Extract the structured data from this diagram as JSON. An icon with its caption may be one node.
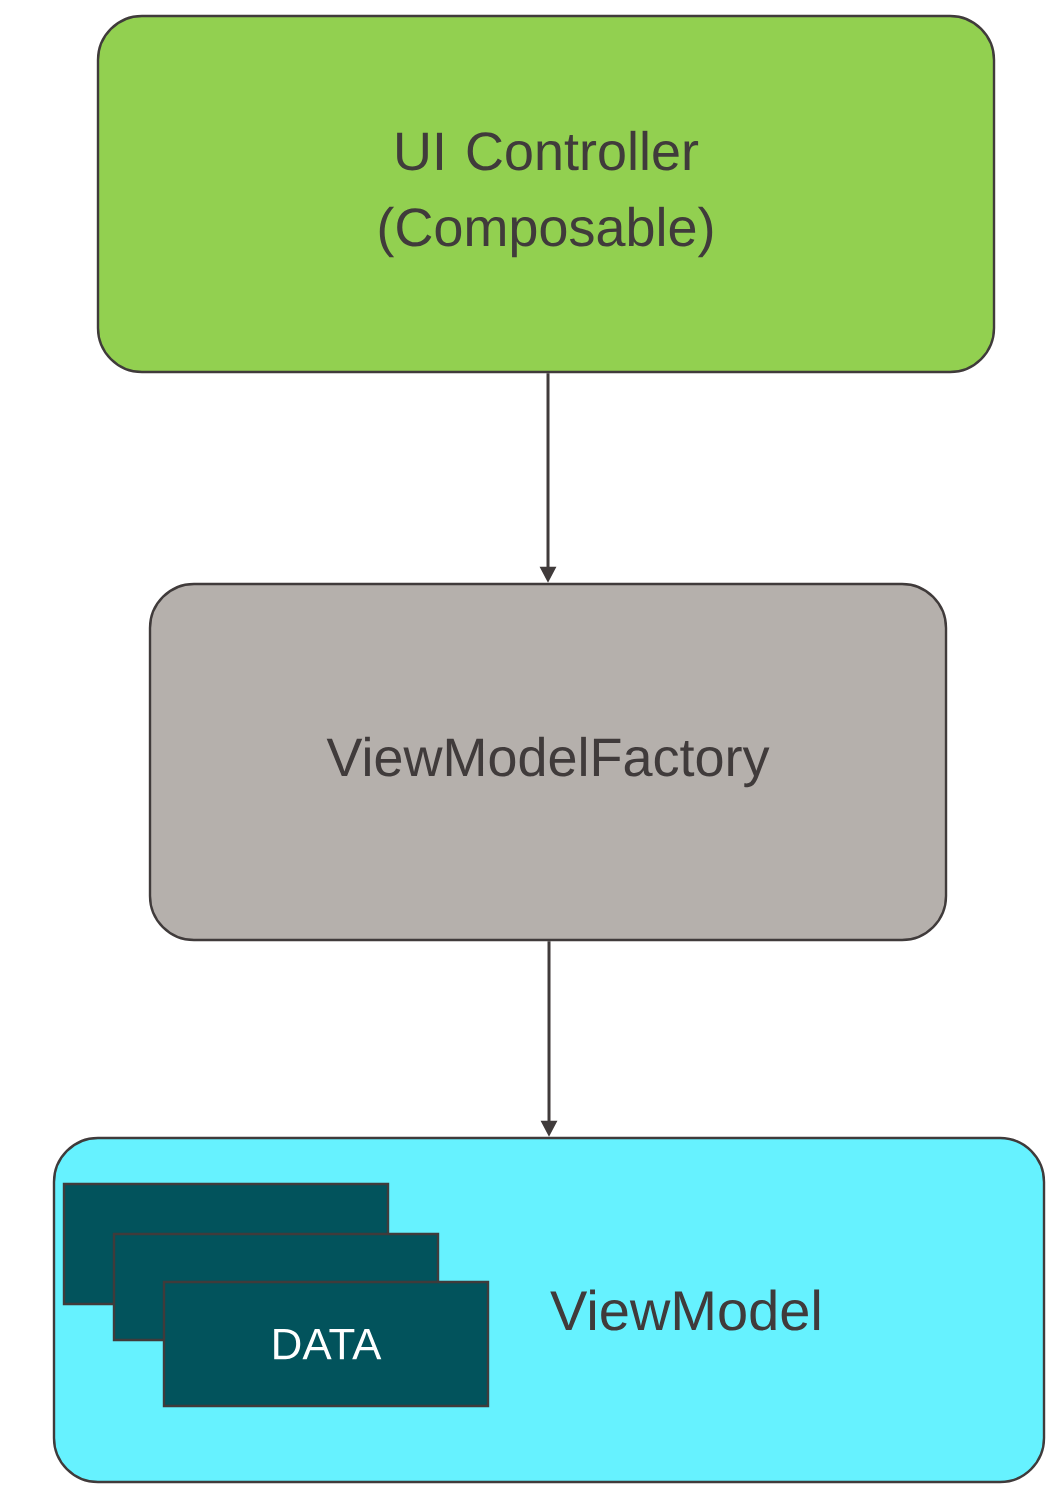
{
  "diagram": {
    "nodes": [
      {
        "text": [
          "UI Controller (Composable)"
        ]
      },
      {
        "text": [
          "ViewModelFactory"
        ]
      },
      {
        "text": [
          "ViewModel"
        ]
      },
      {
        "text": [],
        "shape": "box",
        "in": 2
      },
      {
        "text": [],
        "shape": "box",
        "in": 2
      },
      {
        "text": [
          "DATA"
        ],
        "in": 2
      }
    ],
    "edges": [
      {
        "from": 0,
        "to": 1,
        "arrow": "to"
      },
      {
        "from": 1,
        "to": 2,
        "arrow": "to"
      }
    ]
  }
}
